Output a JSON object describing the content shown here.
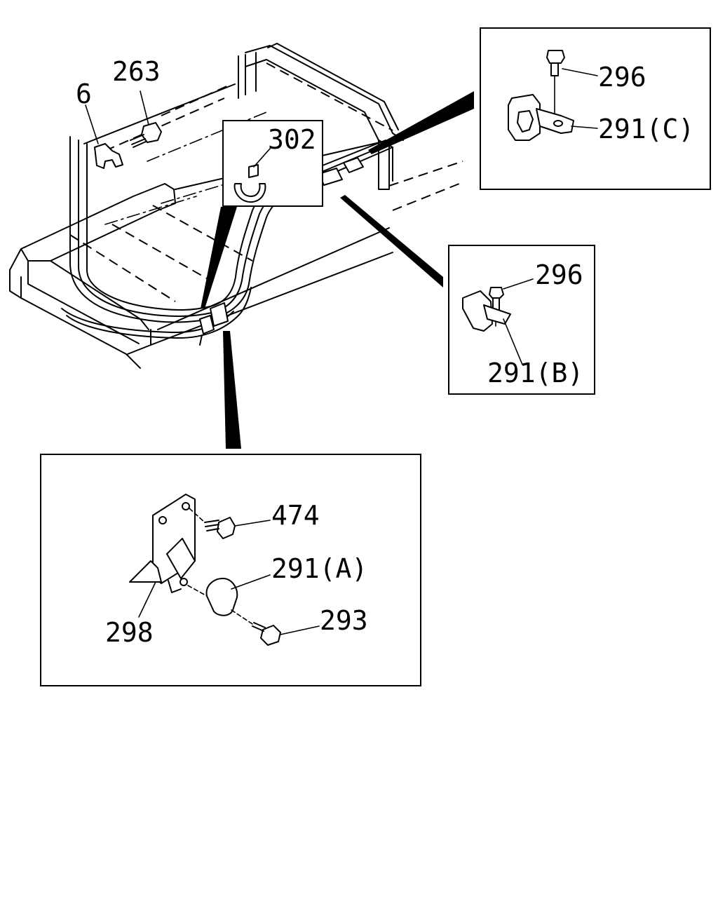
{
  "labels": {
    "p6": "6",
    "p263": "263",
    "p302": "302",
    "p296_c": "296",
    "p291c": "291(C)",
    "p296_b": "296",
    "p291b": "291(B)",
    "p474": "474",
    "p291a": "291(A)",
    "p293": "293",
    "p298": "298"
  }
}
